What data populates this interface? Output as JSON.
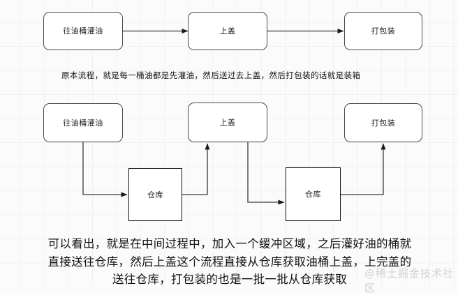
{
  "diagram": {
    "title": "oil-drum-process-flow",
    "background_color": "#fbfbfb",
    "grid_color": "#f1f1f1",
    "line_color": "#4a4a4a",
    "node_border_color": "#4a4a4a",
    "node_fill_color": "#ffffff",
    "text_color": "#111111",
    "rows": [
      {
        "id": "original-flow",
        "nodes": [
          {
            "id": "fill-oil-1",
            "label": "往油桶灌油",
            "shape": "rounded"
          },
          {
            "id": "cap-on-1",
            "label": "上盖",
            "shape": "rounded"
          },
          {
            "id": "packaging-1",
            "label": "打包装",
            "shape": "rounded"
          }
        ],
        "caption": "原本流程，就是每一桶油都是先灌油，然后送过去上盖，然后打包装的话就是装箱"
      },
      {
        "id": "buffered-flow",
        "nodes": [
          {
            "id": "fill-oil-2",
            "label": "往油桶灌油",
            "shape": "rounded"
          },
          {
            "id": "cap-on-2",
            "label": "上盖",
            "shape": "rounded"
          },
          {
            "id": "packaging-2",
            "label": "打包装",
            "shape": "rounded"
          },
          {
            "id": "warehouse-1",
            "label": "仓库",
            "shape": "square"
          },
          {
            "id": "warehouse-2",
            "label": "仓库",
            "shape": "square"
          }
        ],
        "caption": "可以看出，就是在中间过程中，加入一个缓冲区域，之后灌好油的桶就直接送往仓库，然后上盖这个流程直接从仓库获取油桶上盖，上完盖的送往仓库，打包装的也是一批一批从仓库获取"
      }
    ],
    "watermark": "@稀土掘金技术社区"
  }
}
